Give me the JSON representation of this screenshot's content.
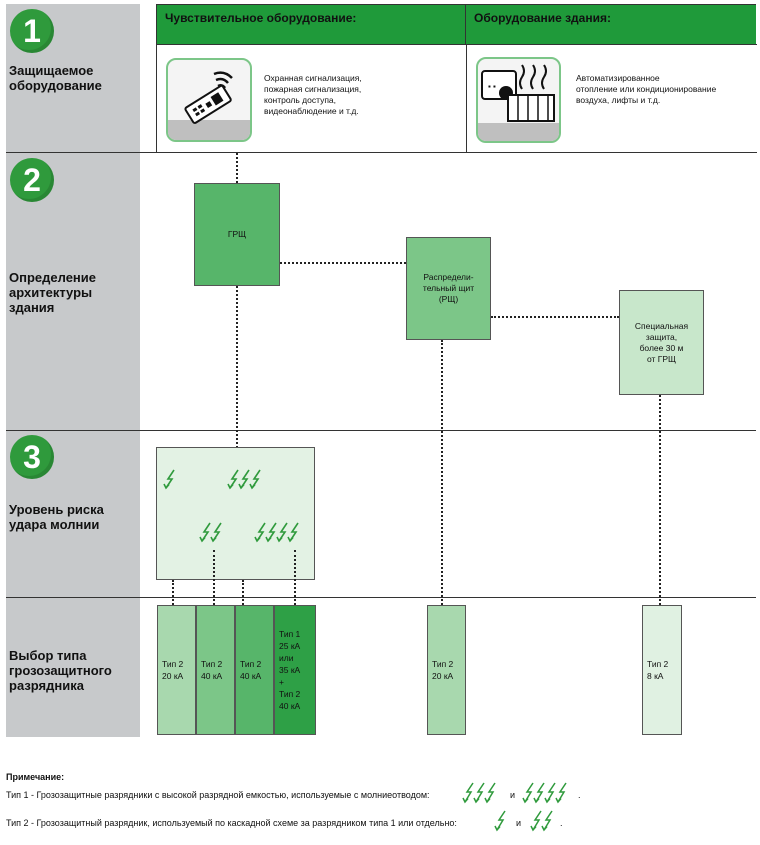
{
  "steps": {
    "s1": {
      "num": "1",
      "label": "Защищаемое\nоборудование"
    },
    "s2": {
      "num": "2",
      "label": "Определение\nархитектуры\nздания"
    },
    "s3": {
      "num": "3",
      "label": "Уровень риска\nудара молнии"
    },
    "s4": {
      "label": "Выбор типа\nгрозозащитного\nразрядника"
    }
  },
  "equipment": {
    "sensitive": {
      "title": "Чувствительное оборудование:",
      "desc": "Охранная сигнализация,\nпожарная сигнализация,\nконтроль доступа,\nвидеонаблюдение и т.д."
    },
    "building": {
      "title": "Оборудование здания:",
      "desc": "Автоматизированное\nотопление или кондиционирование\nвоздуха, лифты и т.д."
    }
  },
  "architecture": {
    "main": "ГРЩ",
    "distribution": "Распредели-\nтельный щит\n(РЩ)",
    "special": "Специальная\nзащита,\nболее 30 м\nот ГРЩ"
  },
  "selection": [
    "Тип 2\n20 кА",
    "Тип 2\n40 кА",
    "Тип 2\n40 кА",
    "Тип 1\n25 кА\nили\n35 кА\n+\nТип 2\n40 кА",
    "Тип 2\n20 кА",
    "Тип 2\n8 кА"
  ],
  "notes": {
    "title": "Примечание:",
    "type1": "Тип 1 - Грозозащитные разрядники с высокой разрядной емкостью, используемые с молниеотводом:",
    "type2": "Тип 2 - Грозозащитный разрядник, используемый по каскадной схеме за разрядником типа 1 или отдельно:",
    "and": "и",
    "end1": ".",
    "end2": "."
  },
  "colors": {
    "accent": "#2f9a3c",
    "header": "#1f9a3a",
    "sidebar": "#c7c9cb"
  },
  "icons": [
    "lightning-icon",
    "remote-control-icon",
    "radiator-icon"
  ]
}
